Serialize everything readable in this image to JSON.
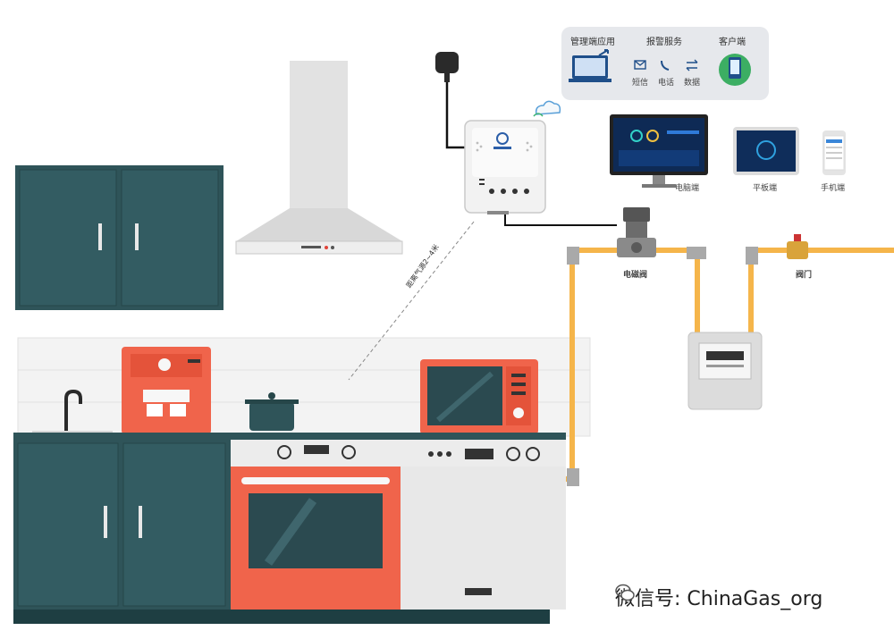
{
  "panel": {
    "groups": [
      {
        "title": "管理端应用"
      },
      {
        "title": "报警服务",
        "items": [
          "短信",
          "电话",
          "数据"
        ]
      },
      {
        "title": "客户端"
      }
    ]
  },
  "devices": {
    "pc": "电脑端",
    "tablet": "平板端",
    "phone": "手机端"
  },
  "labels": {
    "valve_solenoid": "电磁阀",
    "valve_manual": "阀门",
    "distance_note": "距离气源2~4米"
  },
  "watermark": "微信号: ChinaGas_org",
  "colors": {
    "cabinet": "#2f5459",
    "oven": "#f0644b",
    "pipe": "#f5b54a",
    "appliance_gray": "#e8e8e8"
  }
}
